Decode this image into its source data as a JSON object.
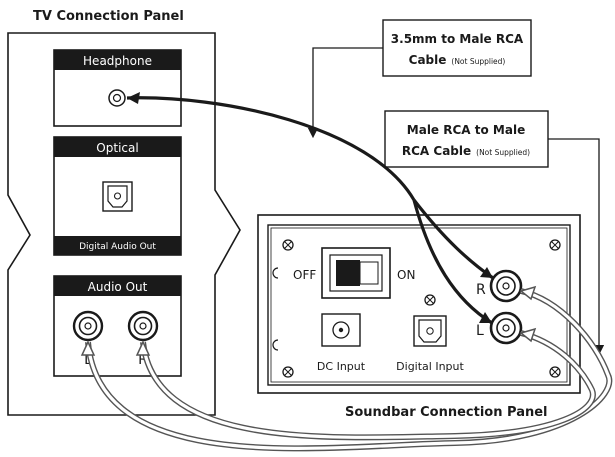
{
  "tv_panel": {
    "title": "TV Connection Panel",
    "headphone_label": "Headphone",
    "optical_label": "Optical",
    "digital_audio_out_label": "Digital Audio Out",
    "audio_out_label": "Audio Out",
    "left_label": "L",
    "right_label": "R"
  },
  "soundbar_panel": {
    "title": "Soundbar Connection Panel",
    "off_label": "OFF",
    "on_label": "ON",
    "r_label": "R",
    "l_label": "L",
    "dc_input_label": "DC Input",
    "digital_input_label": "Digital Input"
  },
  "callouts": {
    "cable_35mm_line1": "3.5mm to Male RCA",
    "cable_35mm_line2": "Cable",
    "cable_35mm_note": "(Not Supplied)",
    "cable_rca_line1": "Male RCA to Male",
    "cable_rca_line2": "RCA Cable",
    "cable_rca_note": "(Not Supplied)"
  }
}
